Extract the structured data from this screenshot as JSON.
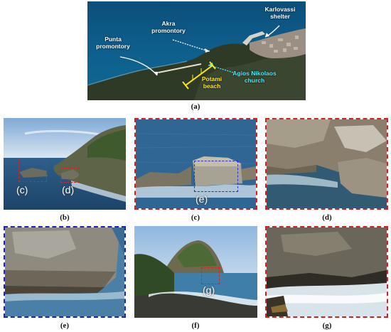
{
  "panel_a": {
    "caption": "(a)",
    "labels": {
      "punta": "Punta\npromontory",
      "akra": "Akra\npromontory",
      "karlovassi": "Karlovassi\nshelter",
      "church": "Agios Nikolaos\nchurch",
      "beach": "Potami\nbeach"
    }
  },
  "panel_b": {
    "caption": "(b)",
    "inset_c": "(c)",
    "inset_d": "(d)"
  },
  "panel_c": {
    "caption": "(c)",
    "inset_e": "(e)"
  },
  "panel_d": {
    "caption": "(d)"
  },
  "panel_e": {
    "caption": "(e)"
  },
  "panel_f": {
    "caption": "(f)",
    "inset_g": "(g)"
  },
  "panel_g": {
    "caption": "(g)"
  },
  "colors": {
    "red_frame": "#d62020",
    "blue_frame": "#2020c8",
    "cyan_label": "#3ff0ff",
    "yellow_label": "#ffe81a"
  }
}
